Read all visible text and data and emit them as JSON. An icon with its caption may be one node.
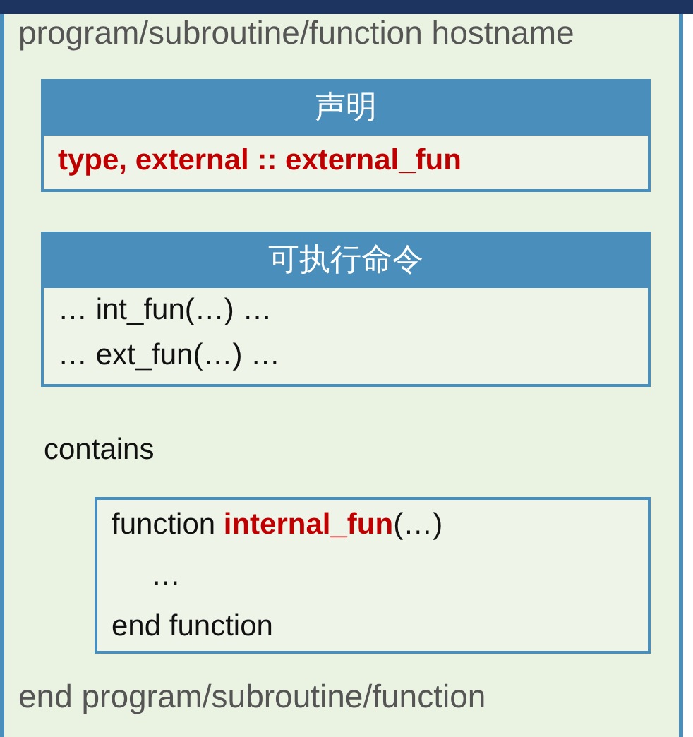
{
  "diagram": {
    "nodes": [
      {
        "text": [
          "program/subroutine/function hostname",
          "contains",
          "end program/subroutine/function"
        ]
      },
      {
        "text": [
          "声明",
          "type, external :: external_fun"
        ],
        "in": 0
      },
      {
        "text": [
          "可执行命令",
          "… int_fun(…) …",
          "… ext_fun(…) …"
        ],
        "in": 0
      },
      {
        "text": [
          "function **internal_fun**(…)",
          "…",
          "end function"
        ],
        "in": 0
      }
    ]
  }
}
